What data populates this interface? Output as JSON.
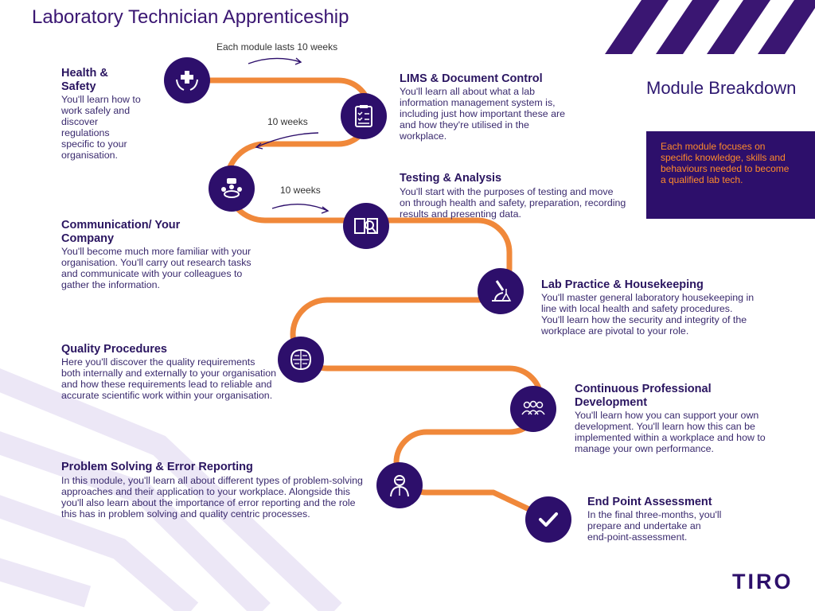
{
  "title": "Laboratory Technician Apprenticeship",
  "notes": {
    "top": "Each module lasts 10 weeks",
    "second": "10 weeks",
    "third": "10 weeks"
  },
  "modules": [
    {
      "title": "Health & Safety",
      "desc": "You'll learn how to work safely and discover regulations specific to your organisation.",
      "icon": "hands-medical-cross-icon"
    },
    {
      "title": "LIMS & Document Control",
      "desc": "You'll learn all about what a lab information management system is, including just how important these are and how they're utilised in the workplace.",
      "icon": "clipboard-checklist-icon"
    },
    {
      "title": "Communication/ Your Company",
      "desc": "You'll become much more familiar with your organisation. You'll carry out research tasks and communicate with your colleagues to gather the information.",
      "icon": "meeting-group-icon"
    },
    {
      "title": "Testing & Analysis",
      "desc": "You'll start with the purposes of testing and move on through health and safety, preparation, recording results and presenting data.",
      "icon": "book-magnifier-icon"
    },
    {
      "title": "Lab Practice & Housekeeping",
      "desc": "You'll master general laboratory housekeeping in line with local health and safety procedures. You'll learn how the security and integrity of the workplace are pivotal to your role.",
      "icon": "microscope-flask-icon"
    },
    {
      "title": "Quality Procedures",
      "desc": "Here you'll discover the quality requirements both internally and externally to your organisation and how these requirements lead to reliable and accurate scientific work within your organisation.",
      "icon": "brain-circuit-icon"
    },
    {
      "title": "Continuous Professional Development",
      "desc": "You'll learn how you can support your own development. You'll learn how this can be implemented within a workplace and how to manage your own performance.",
      "icon": "people-group-icon"
    },
    {
      "title": "Problem Solving & Error Reporting",
      "desc": "In this module, you'll learn all about different types of problem-solving approaches and their application to your workplace. Alongside this you'll also learn about the importance of error reporting and the role this has in problem solving and quality centric processes.",
      "icon": "scientist-icon"
    },
    {
      "title": "End Point Assessment",
      "desc": "In the final three-months, you'll prepare and undertake an end-point-assessment.",
      "icon": "checkmark-icon"
    }
  ],
  "sidebar": {
    "heading": "Module Breakdown",
    "text": "Each module focuses on specific knowledge, skills and behaviours needed to become a qualified lab tech."
  },
  "logo": "TIRO",
  "colors": {
    "primary": "#2d0f6b",
    "path": "#f0883a",
    "stripe": "#3a1672",
    "accent_text": "#ff8a2a"
  }
}
